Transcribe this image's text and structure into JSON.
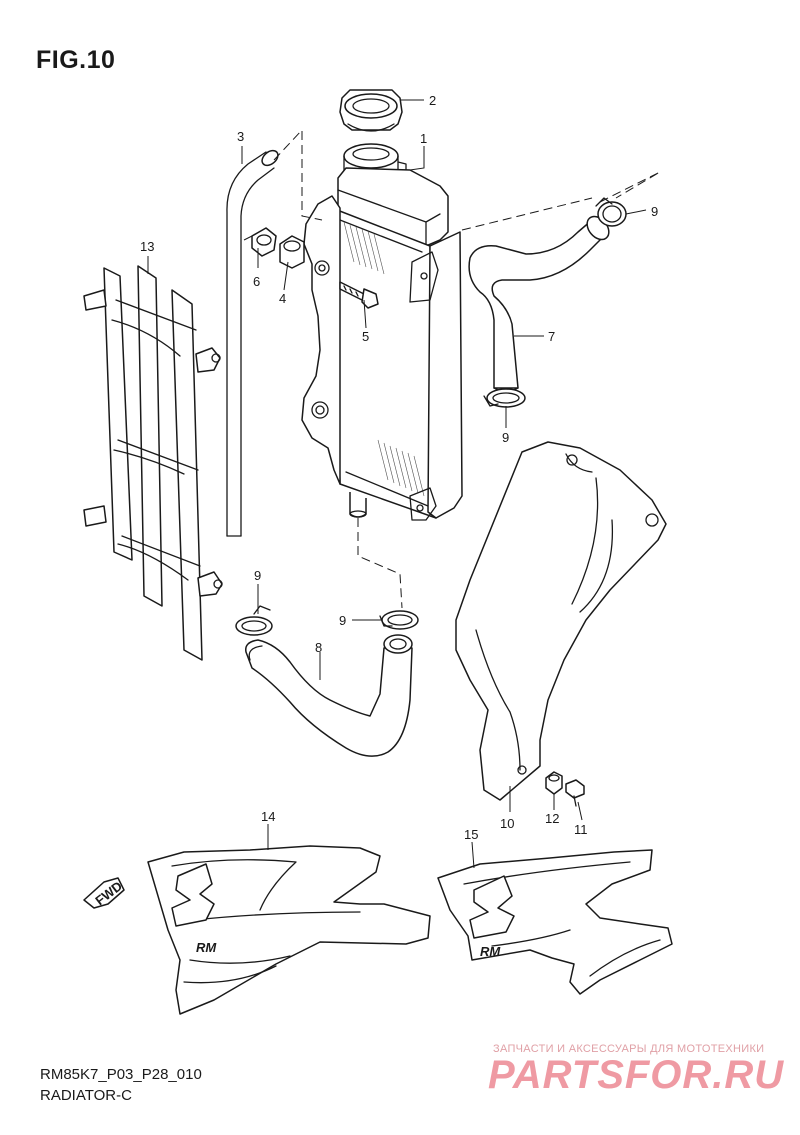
{
  "figure": {
    "title": "FIG.10",
    "code": "RM85K7_P03_P28_010",
    "name": "RADIATOR-C"
  },
  "callouts": [
    "1",
    "2",
    "3",
    "4",
    "5",
    "6",
    "7",
    "8",
    "9",
    "9",
    "9",
    "9",
    "10",
    "11",
    "12",
    "13",
    "14",
    "15"
  ],
  "direction_arrow": "FWD",
  "decal_text": [
    "RM",
    "RM"
  ],
  "watermark": {
    "tagline": "ЗАПЧАСТИ И АКСЕССУАРЫ ДЛЯ МОТОТЕХНИКИ",
    "logo": "PARTSFOR.RU"
  },
  "colors": {
    "line": "#1a1a1a",
    "watermark": "#ef9aa3"
  }
}
